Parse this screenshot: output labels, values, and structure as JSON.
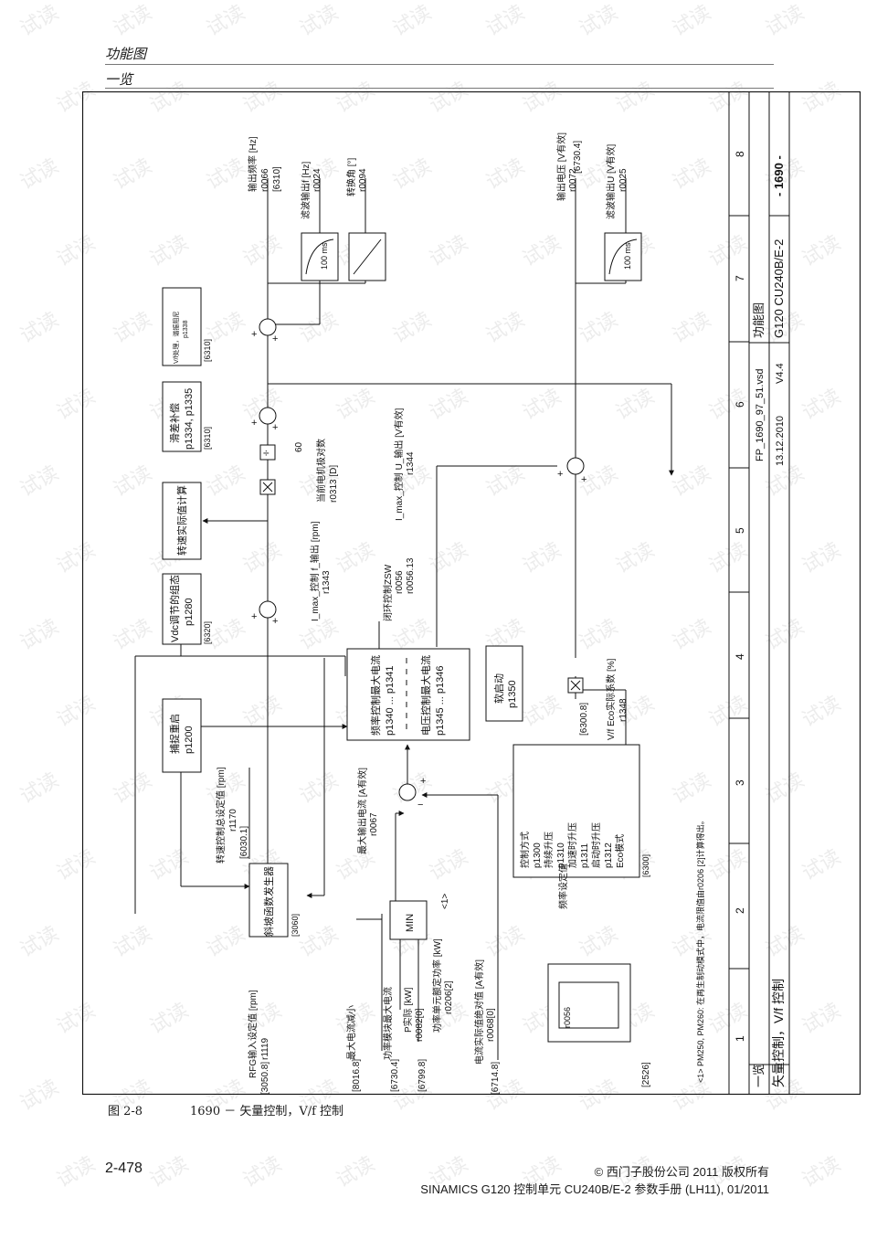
{
  "header": {
    "line1": "功能图",
    "line2": "一览"
  },
  "titleblock": {
    "file": "FP_1690_97_51.vsd",
    "date": "13.12.2010",
    "version": "V4.4",
    "category": "功能图",
    "product": "G120 CU240B/E-2",
    "section": "一览",
    "title": "矢量控制，V/f 控制",
    "page": "- 1690 -"
  },
  "columns": [
    "1",
    "2",
    "3",
    "4",
    "5",
    "6",
    "7",
    "8"
  ],
  "blocks": {
    "ramp": {
      "label": "斜坡函数发生器",
      "ref": "[3060]"
    },
    "capture": {
      "label1": "捕捉重启",
      "label2": "p1200"
    },
    "vdc": {
      "label1": "Vdc调节的组态",
      "label2": "p1280",
      "ref": "[6320]"
    },
    "speed_calc": {
      "label": "转速实际值计算"
    },
    "slip": {
      "label1": "滑差补偿",
      "label2": "p1334, p1335",
      "ref": "[6310]"
    },
    "vf": {
      "label1": "V/f处理，谐振阻尼",
      "label2": "p1338",
      "ref": "[6310]"
    },
    "current_limit": {
      "label1": "频率控制最大电流",
      "label2": "p1340 ... p1341",
      "label3": "电压控制最大电流",
      "label4": "p1345 ... p1346"
    },
    "soft_start": {
      "label1": "软启动",
      "label2": "p1350"
    },
    "control_mode": {
      "lines": [
        "控制方式",
        "p1300",
        "持续升压",
        "p1310",
        "加速时升压",
        "p1311",
        "启动时升压",
        "p1312",
        "Eco模式"
      ],
      "ref": "[6300]"
    },
    "min": {
      "label": "MIN"
    },
    "filter1": {
      "label": "100 ms"
    },
    "filter3": {
      "label": "100 ms"
    },
    "state_word": {
      "param": "r0056"
    },
    "divider": {
      "label": "60"
    }
  },
  "signals": {
    "rfg_setpoint": {
      "label": "RFG输入设定值 [rpm]",
      "param": "r1119",
      "ref": "[3050.8]"
    },
    "speed_total": {
      "label": "转速控制总设定值 [rpm]",
      "param": "r1170",
      "ref": "[6030.1]"
    },
    "max_output_current": {
      "label": "最大输出电流 [A有效]",
      "param": "r0067"
    },
    "imax_f_output": {
      "label": "I_max_控制 f_输出 [rpm]",
      "param": "r1343"
    },
    "closed_loop_zsw": {
      "label": "闭环控制ZSW",
      "param1": "r0056",
      "param2": "r0056.13"
    },
    "imax_u_output": {
      "label": "I_max_控制 U_输出 [V有效]",
      "param": "r1344"
    },
    "motor_pole_pairs": {
      "label": "当前电机极对数",
      "param": "r0313 [D]"
    },
    "output_freq": {
      "label": "输出频率 [Hz]",
      "param": "r0066",
      "ref": "[6310]"
    },
    "filt_output_freq": {
      "label": "滤波输出f [Hz]",
      "param": "r0024"
    },
    "commutation_angle": {
      "label": "转换角 [°]",
      "param": "r0094"
    },
    "output_voltage": {
      "label": "输出电压 [V有效]",
      "param": "r0072"
    },
    "ref_6730": {
      "ref": "[6730.4]"
    },
    "filt_output_voltage": {
      "label": "滤波输出U [V有效]",
      "param": "r0025"
    },
    "eco_factor": {
      "label": "V/f Eco实际系数 [%]",
      "param": "r1348",
      "ref": "[6300.8]"
    },
    "max_current_reduce": {
      "label": "最大电流减小",
      "ref": "[8016.8]"
    },
    "power_module_current": {
      "label": "功率模块最大电流",
      "ref": "[6730.4]"
    },
    "p_actual": {
      "label": "P实际 [kW]",
      "param": "r0082[0]",
      "ref": "[6799.8]"
    },
    "power_rated": {
      "label": "功率单元额定功率 [kW]",
      "param": "r0206[2]",
      "note": "<1>"
    },
    "current_actual": {
      "label": "电流实际值绝对值 [A有效]",
      "param": "r0068[0]",
      "ref": "[6714.8]"
    },
    "freq_setpoint": {
      "label": "频率设定值"
    },
    "ref_2526": {
      "ref": "[2526]"
    }
  },
  "footnote": "<1> PM250, PM260: 在再生制动模式中，电流限值由r0206 [2]计算得出。",
  "caption": {
    "number": "图 2-8",
    "text": "1690 － 矢量控制，V/f 控制"
  },
  "footer": {
    "page_number": "2-478",
    "copyright": "© 西门子股份公司 2011 版权所有",
    "manual": "SINAMICS G120 控制单元 CU240B/E-2 参数手册 (LH11), 01/2011"
  },
  "watermark": "试读"
}
